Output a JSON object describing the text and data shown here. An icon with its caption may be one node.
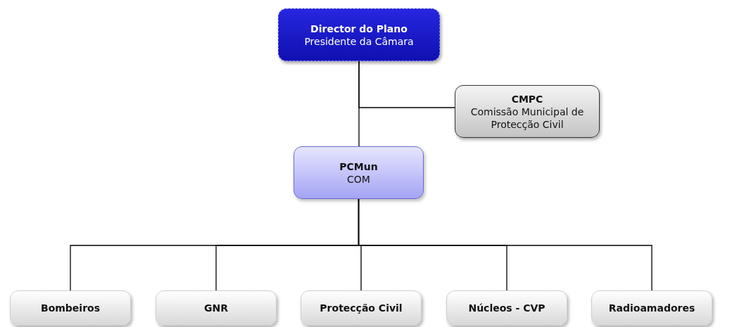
{
  "diagram": {
    "nodes": [
      {
        "text": [
          "Director do Plano",
          "Presidente da Câmara"
        ]
      },
      {
        "text": [
          "CMPC",
          "Comissão Municipal de Protecção Civil"
        ]
      },
      {
        "text": [
          "PCMun",
          "COM"
        ]
      },
      {
        "text": [
          "Bombeiros"
        ]
      },
      {
        "text": [
          "GNR"
        ]
      },
      {
        "text": [
          "Protecção Civil"
        ]
      },
      {
        "text": [
          "Núcleos - CVP"
        ]
      },
      {
        "text": [
          "Radioamadores"
        ]
      }
    ],
    "edges": [
      {
        "from": 0,
        "to": 2,
        "arrow": "none"
      },
      {
        "from": 0,
        "to": 1,
        "arrow": "none"
      },
      {
        "from": 2,
        "to": 3,
        "arrow": "none"
      },
      {
        "from": 2,
        "to": 4,
        "arrow": "none"
      },
      {
        "from": 2,
        "to": 5,
        "arrow": "none"
      },
      {
        "from": 2,
        "to": 6,
        "arrow": "none"
      },
      {
        "from": 2,
        "to": 7,
        "arrow": "none"
      }
    ]
  }
}
